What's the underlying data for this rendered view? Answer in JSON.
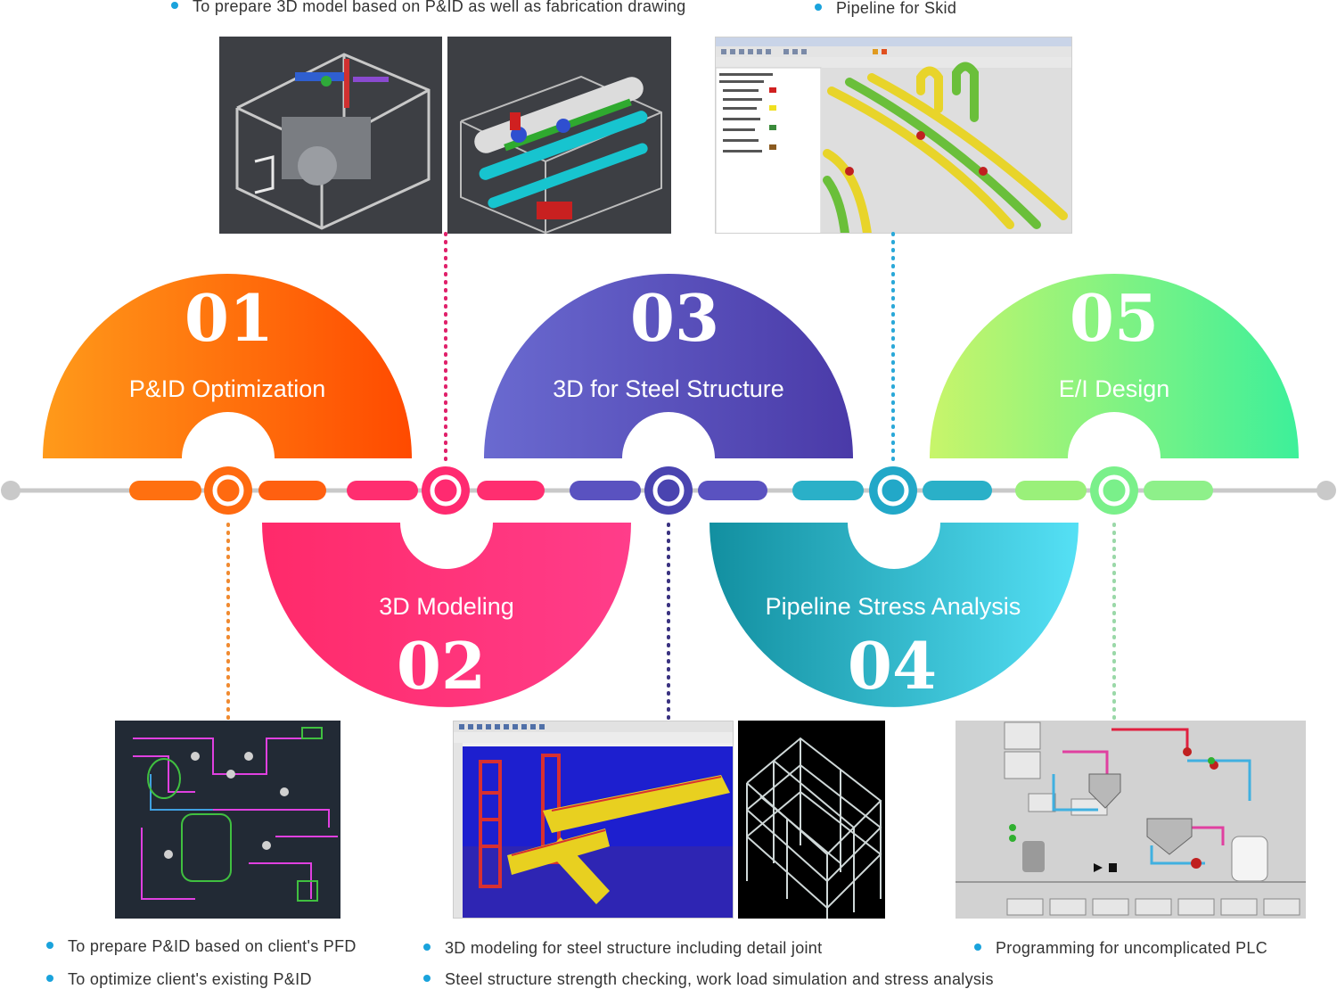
{
  "top_bullets": [
    {
      "text": "To prepare 3D model based on P&ID as well as fabrication drawing"
    },
    {
      "text": "Pipeline for Skid"
    }
  ],
  "stages": [
    {
      "num": "01",
      "label": "P&ID Optimization",
      "color_start": "#ff9a1a",
      "color_end": "#ff4a00"
    },
    {
      "num": "02",
      "label": "3D Modeling",
      "color_start": "#ff2a6a",
      "color_end": "#ff3d8a"
    },
    {
      "num": "03",
      "label": "3D for Steel Structure",
      "color_start": "#6a6ad0",
      "color_end": "#4a3aa8"
    },
    {
      "num": "04",
      "label": "Pipeline Stress Analysis",
      "color_start": "#128fa0",
      "color_end": "#55e0f5"
    },
    {
      "num": "05",
      "label": "E/I Design",
      "color_start": "#c8f56a",
      "color_end": "#3df09a"
    }
  ],
  "bottom_bullets": [
    {
      "text": "To prepare P&ID based on client's PFD"
    },
    {
      "text": "To optimize client's existing P&ID"
    },
    {
      "text": "3D modeling for steel structure including detail joint"
    },
    {
      "text": "Steel structure strength checking, work load simulation and stress analysis"
    },
    {
      "text": "Programming for uncomplicated PLC"
    }
  ],
  "colors": {
    "timeline": "#c9c9c9",
    "bullet": "#1aa3dc",
    "text": "#333333"
  },
  "icons": [
    "timeline-node-ring-icon",
    "bullet-dot-icon"
  ]
}
